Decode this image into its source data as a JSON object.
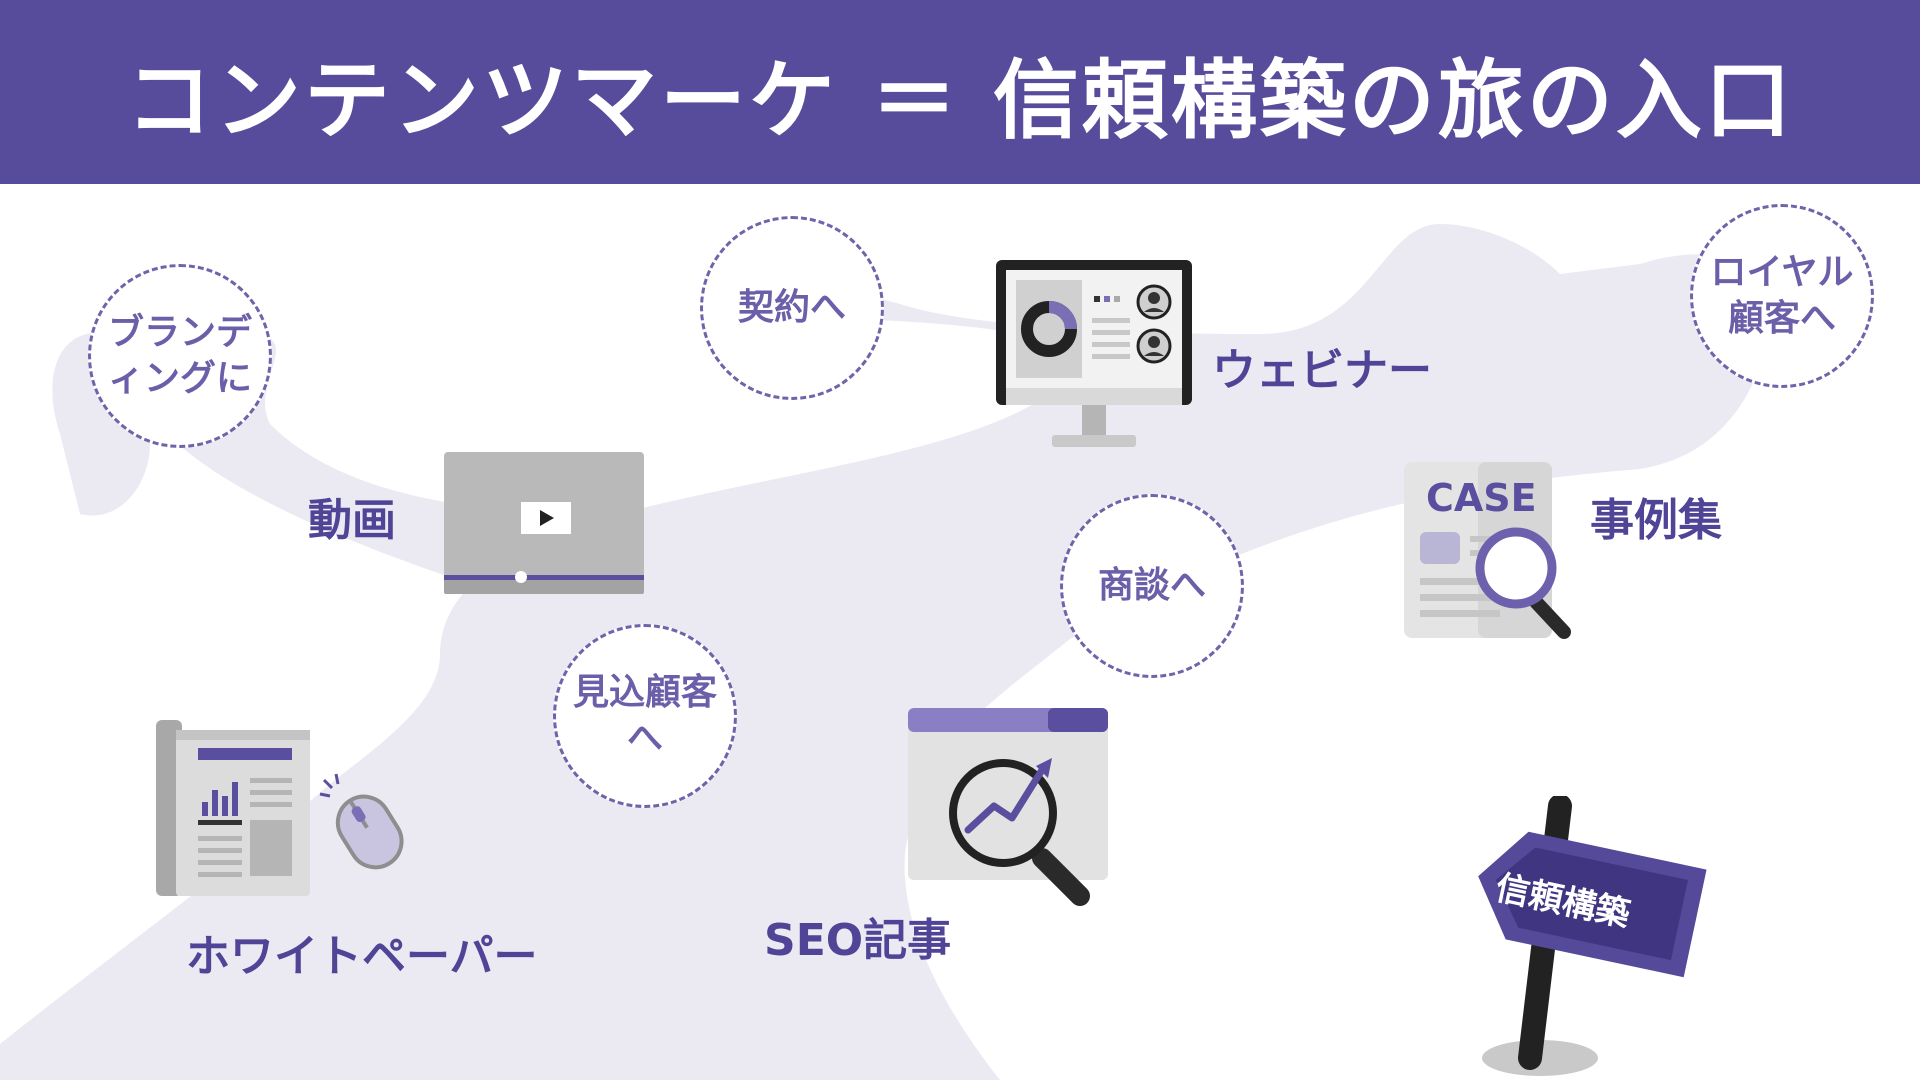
{
  "header": {
    "title": "コンテンツマーケ ＝ 信頼構築の旅の入口",
    "background": "#574b9c"
  },
  "badges": {
    "branding": "ブランデ\nィングに",
    "contract": "契約へ",
    "loyal": "ロイヤル\n顧客へ",
    "negotiation": "商談へ",
    "prospect": "見込顧客\nへ"
  },
  "items": {
    "video": "動画",
    "webinar": "ウェビナー",
    "case_studies": "事例集",
    "case_card_text": "CASE",
    "seo": "SEO記事",
    "whitepaper": "ホワイトペーパー"
  },
  "signpost": {
    "text": "信頼構築"
  },
  "icons": {
    "video": "video-player-icon",
    "webinar": "monitor-webinar-icon",
    "case_studies": "case-document-magnifier-icon",
    "seo": "browser-chart-magnifier-icon",
    "whitepaper": "newspaper-mouse-icon",
    "signpost": "signpost-icon"
  },
  "colors": {
    "accent": "#574b9c",
    "path": "#ebeaf3",
    "badge_text": "#6a5fa8",
    "label_text": "#4f4496"
  }
}
